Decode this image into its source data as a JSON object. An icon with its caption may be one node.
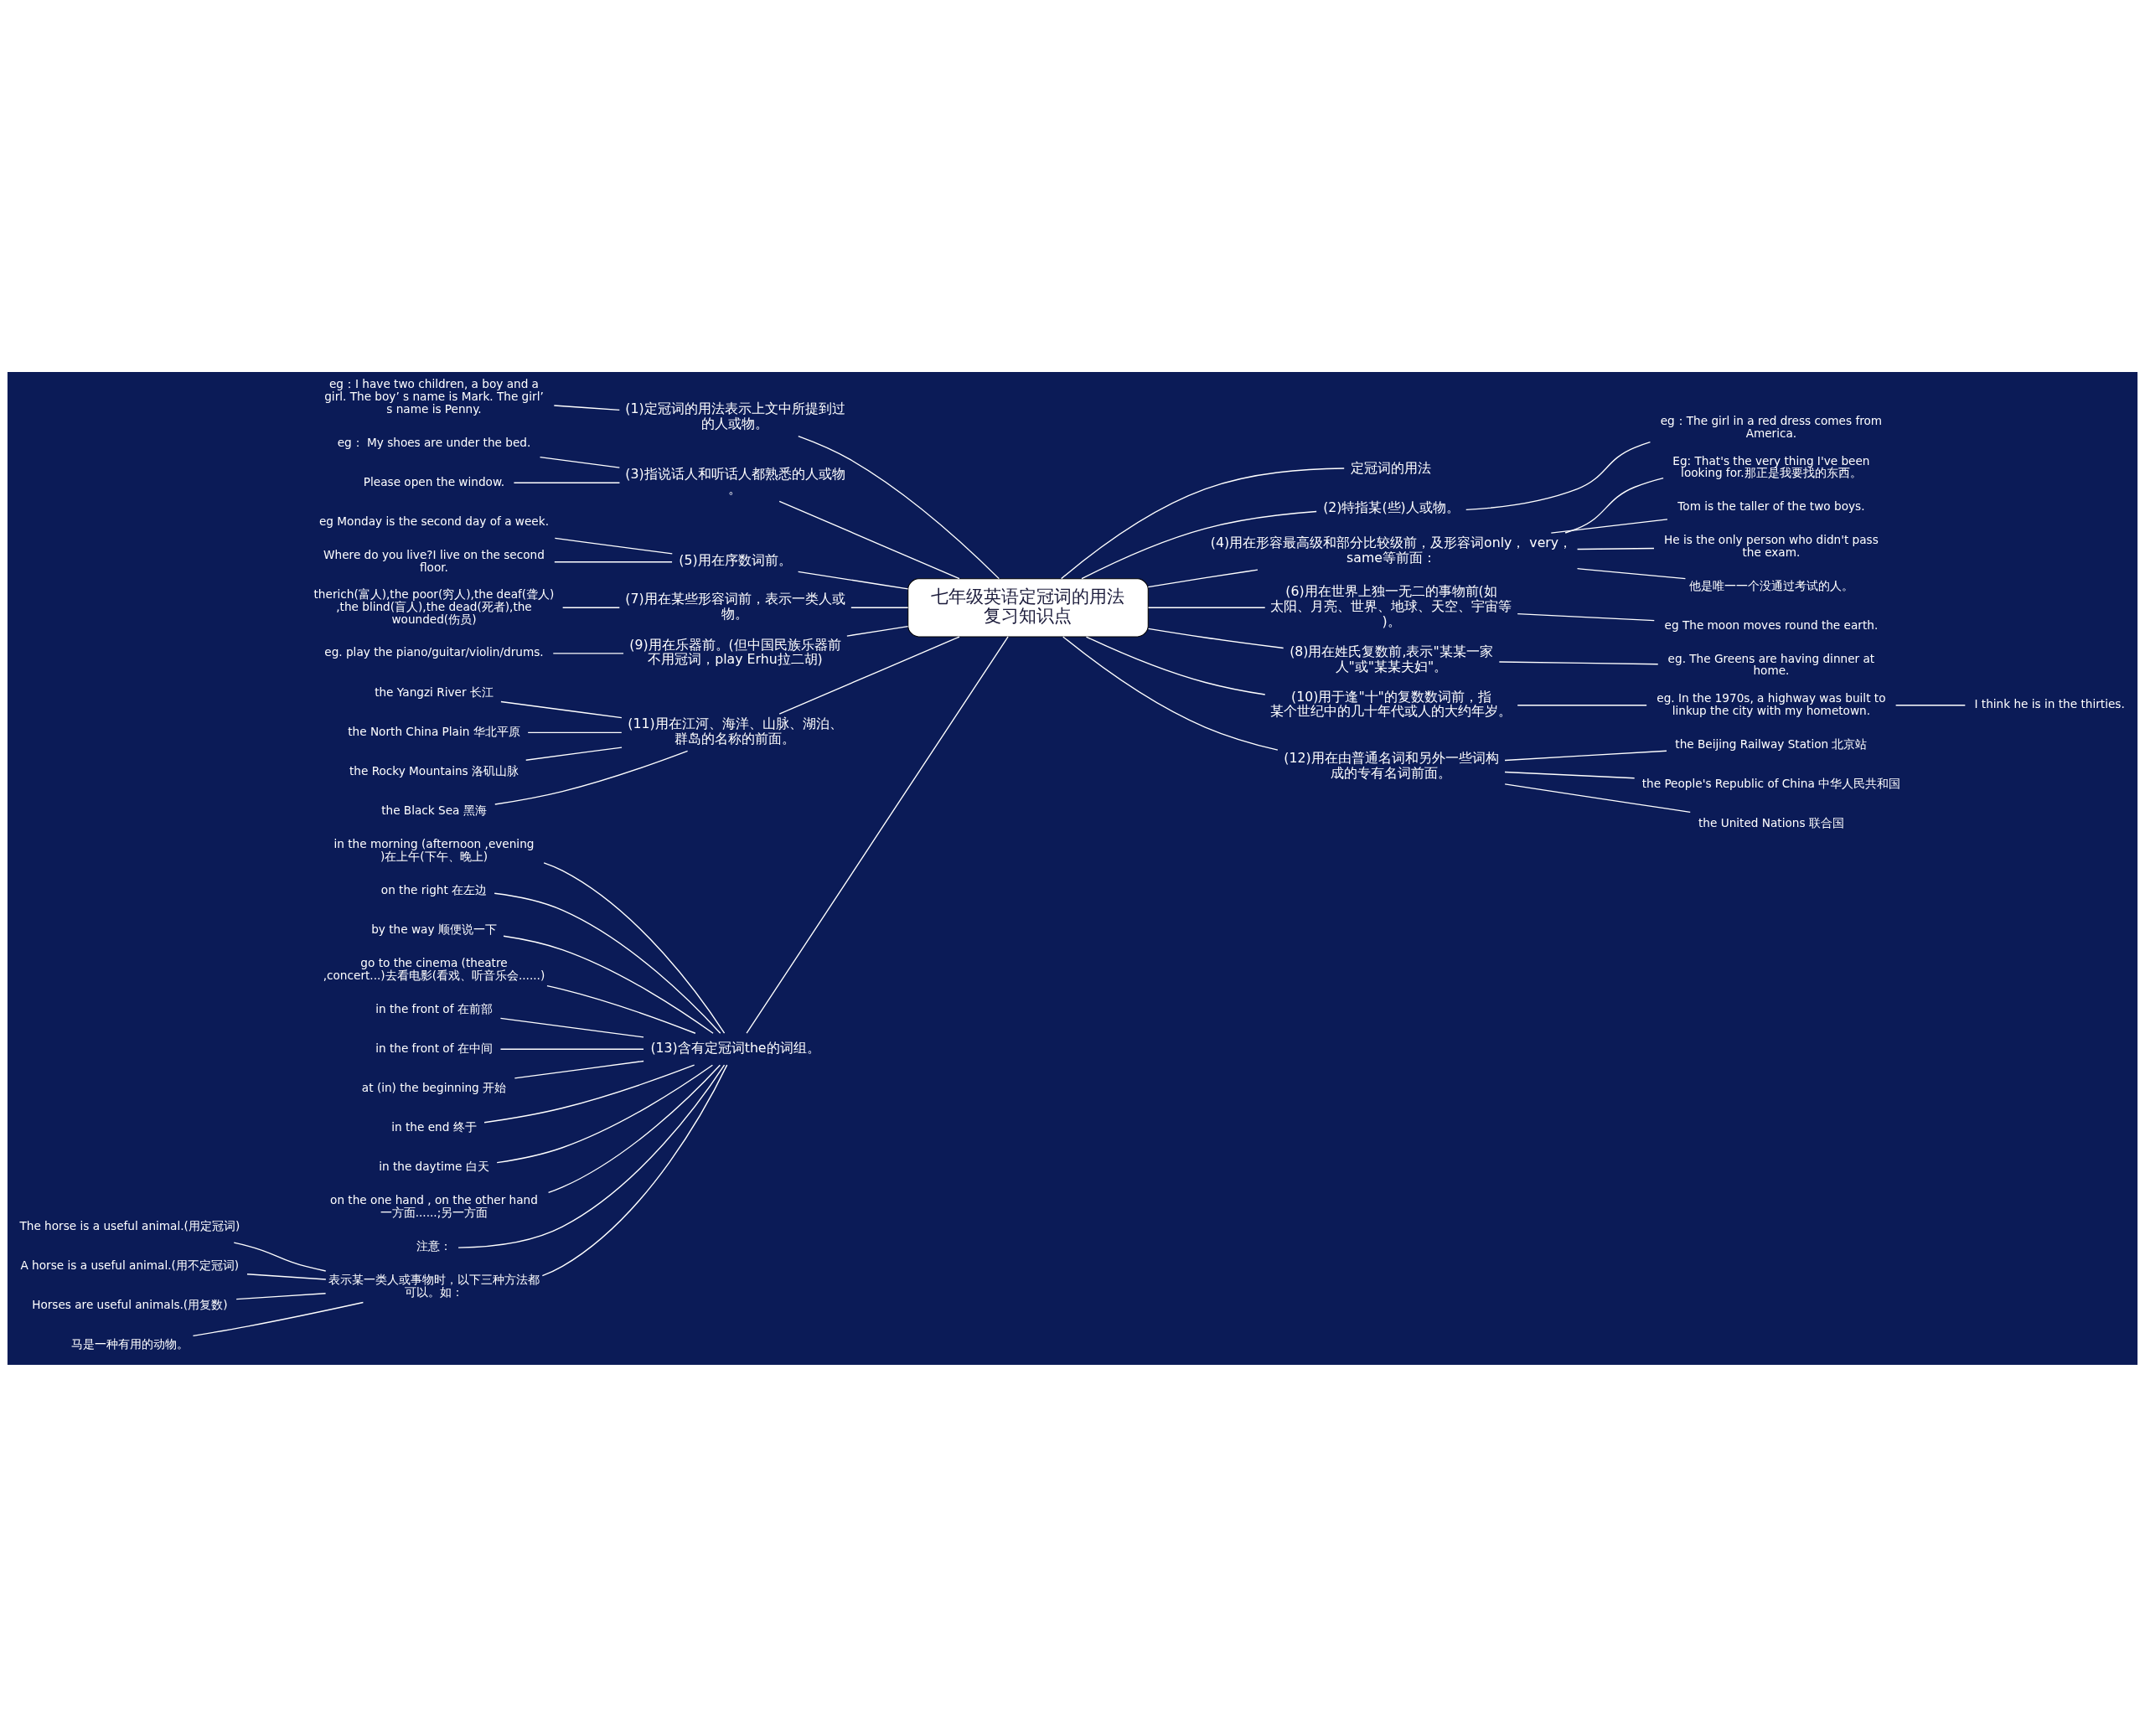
{
  "diagram": {
    "nodes": [
      {
        "text": [
          "七年级英语定冠词的用法复习知识点"
        ]
      },
      {
        "text": [
          "(1)定冠词的用法表示上文中所提到过的人或物。"
        ]
      },
      {
        "text": [
          "eg：I have two children, a boy and a girl. The boy’ s name is Mark. The girl’ s name is Penny."
        ]
      },
      {
        "text": [
          "(3)指说话人和听话人都熟悉的人或物。"
        ]
      },
      {
        "text": [
          "eg： My shoes are under the bed."
        ]
      },
      {
        "text": [
          "Please open the window."
        ]
      },
      {
        "text": [
          "(5)用在序数词前。"
        ]
      },
      {
        "text": [
          "eg Monday is the second day of a week."
        ]
      },
      {
        "text": [
          "Where do you live?I live on the second floor."
        ]
      },
      {
        "text": [
          "(7)用在某些形容词前，表示一类人或物。"
        ]
      },
      {
        "text": [
          "therich(富人),the poor(穷人),the deaf(聋人) ,the blind(盲人),the dead(死者),the wounded(伤员)"
        ]
      },
      {
        "text": [
          "(9)用在乐器前。(但中国民族乐器前不用冠词，play Erhu拉二胡)"
        ]
      },
      {
        "text": [
          "eg. play the piano/guitar/violin/drums."
        ]
      },
      {
        "text": [
          "(11)用在江河、海洋、山脉、湖泊、群岛的名称的前面。"
        ]
      },
      {
        "text": [
          "the Yangzi River 长江"
        ]
      },
      {
        "text": [
          "the North China Plain 华北平原"
        ]
      },
      {
        "text": [
          "the Rocky Mountains 洛矶山脉"
        ]
      },
      {
        "text": [
          "the Black Sea 黑海"
        ]
      },
      {
        "text": [
          "(13)含有定冠词the的词组。"
        ]
      },
      {
        "text": [
          "in the morning (afternoon ,evening )在上午(下午、晚上)"
        ]
      },
      {
        "text": [
          "on the right 在左边"
        ]
      },
      {
        "text": [
          "by the way 顺便说一下"
        ]
      },
      {
        "text": [
          "go to the cinema (theatre ,concert...)去看电影(看戏、听音乐会......)"
        ]
      },
      {
        "text": [
          "in the front of 在前部"
        ]
      },
      {
        "text": [
          "in the front of 在中间"
        ]
      },
      {
        "text": [
          "at (in) the beginning 开始"
        ]
      },
      {
        "text": [
          "in the end 终于"
        ]
      },
      {
        "text": [
          "in the daytime 白天"
        ]
      },
      {
        "text": [
          "on the one hand , on the other hand 一方面......;另一方面"
        ]
      },
      {
        "text": [
          "注意："
        ]
      },
      {
        "text": [
          "表示某一类人或事物时，以下三种方法都可以。如："
        ]
      },
      {
        "text": [
          "The horse is a useful animal.(用定冠词)"
        ]
      },
      {
        "text": [
          "A horse is a useful animal.(用不定冠词)"
        ]
      },
      {
        "text": [
          "Horses are useful animals.(用复数)"
        ]
      },
      {
        "text": [
          "马是一种有用的动物。"
        ]
      },
      {
        "text": [
          "定冠词的用法"
        ]
      },
      {
        "text": [
          "(2)特指某(些)人或物。"
        ]
      },
      {
        "text": [
          "eg：The girl in a red dress comes from America."
        ]
      },
      {
        "text": [
          "(4)用在形容最高级和部分比较级前，及形容词only， very， same等前面："
        ]
      },
      {
        "text": [
          "Eg: That's the very thing I've been looking for.那正是我要找的东西。"
        ]
      },
      {
        "text": [
          "Tom is the taller of the two boys."
        ]
      },
      {
        "text": [
          "He is the only person who didn't pass the exam."
        ]
      },
      {
        "text": [
          "他是唯一一个没通过考试的人。"
        ]
      },
      {
        "text": [
          "(6)用在世界上独一无二的事物前(如太阳、月亮、世界、地球、天空、宇宙等)。"
        ]
      },
      {
        "text": [
          "eg The moon moves round the earth."
        ]
      },
      {
        "text": [
          "(8)用在姓氏复数前,表示\"某某一家人\"或\"某某夫妇\"。"
        ]
      },
      {
        "text": [
          "eg. The Greens are having dinner at home."
        ]
      },
      {
        "text": [
          "(10)用于逢\"十\"的复数数词前，指某个世纪中的几十年代或人的大约年岁。"
        ]
      },
      {
        "text": [
          "eg. In the 1970s, a highway was built to linkup the city with my hometown."
        ]
      },
      {
        "text": [
          "I think he is in the thirties."
        ]
      },
      {
        "text": [
          "(12)用在由普通名词和另外一些词构成的专有名词前面。"
        ]
      },
      {
        "text": [
          "the Beijing Railway Station 北京站"
        ]
      },
      {
        "text": [
          "the People's Republic of China 中华人民共和国"
        ]
      },
      {
        "text": [
          "the United Nations 联合国"
        ]
      }
    ],
    "edges": [
      {
        "from": 0,
        "to": 1,
        "arrow": "none"
      },
      {
        "from": 1,
        "to": 2,
        "arrow": "none"
      },
      {
        "from": 0,
        "to": 3,
        "arrow": "none"
      },
      {
        "from": 3,
        "to": 4,
        "arrow": "none"
      },
      {
        "from": 3,
        "to": 5,
        "arrow": "none"
      },
      {
        "from": 0,
        "to": 6,
        "arrow": "none"
      },
      {
        "from": 6,
        "to": 7,
        "arrow": "none"
      },
      {
        "from": 6,
        "to": 8,
        "arrow": "none"
      },
      {
        "from": 0,
        "to": 9,
        "arrow": "none"
      },
      {
        "from": 9,
        "to": 10,
        "arrow": "none"
      },
      {
        "from": 0,
        "to": 11,
        "arrow": "none"
      },
      {
        "from": 11,
        "to": 12,
        "arrow": "none"
      },
      {
        "from": 0,
        "to": 13,
        "arrow": "none"
      },
      {
        "from": 13,
        "to": 14,
        "arrow": "none"
      },
      {
        "from": 13,
        "to": 15,
        "arrow": "none"
      },
      {
        "from": 13,
        "to": 16,
        "arrow": "none"
      },
      {
        "from": 13,
        "to": 17,
        "arrow": "none"
      },
      {
        "from": 0,
        "to": 18,
        "arrow": "none"
      },
      {
        "from": 18,
        "to": 19,
        "arrow": "none"
      },
      {
        "from": 18,
        "to": 20,
        "arrow": "none"
      },
      {
        "from": 18,
        "to": 21,
        "arrow": "none"
      },
      {
        "from": 18,
        "to": 22,
        "arrow": "none"
      },
      {
        "from": 18,
        "to": 23,
        "arrow": "none"
      },
      {
        "from": 18,
        "to": 24,
        "arrow": "none"
      },
      {
        "from": 18,
        "to": 25,
        "arrow": "none"
      },
      {
        "from": 18,
        "to": 26,
        "arrow": "none"
      },
      {
        "from": 18,
        "to": 27,
        "arrow": "none"
      },
      {
        "from": 18,
        "to": 28,
        "arrow": "none"
      },
      {
        "from": 18,
        "to": 29,
        "arrow": "none"
      },
      {
        "from": 18,
        "to": 30,
        "arrow": "none"
      },
      {
        "from": 30,
        "to": 31,
        "arrow": "none"
      },
      {
        "from": 30,
        "to": 32,
        "arrow": "none"
      },
      {
        "from": 30,
        "to": 33,
        "arrow": "none"
      },
      {
        "from": 30,
        "to": 34,
        "arrow": "none"
      },
      {
        "from": 0,
        "to": 35,
        "arrow": "none"
      },
      {
        "from": 0,
        "to": 36,
        "arrow": "none"
      },
      {
        "from": 36,
        "to": 37,
        "arrow": "none"
      },
      {
        "from": 0,
        "to": 38,
        "arrow": "none"
      },
      {
        "from": 38,
        "to": 39,
        "arrow": "none"
      },
      {
        "from": 38,
        "to": 40,
        "arrow": "none"
      },
      {
        "from": 38,
        "to": 41,
        "arrow": "none"
      },
      {
        "from": 38,
        "to": 42,
        "arrow": "none"
      },
      {
        "from": 0,
        "to": 43,
        "arrow": "none"
      },
      {
        "from": 43,
        "to": 44,
        "arrow": "none"
      },
      {
        "from": 0,
        "to": 45,
        "arrow": "none"
      },
      {
        "from": 45,
        "to": 46,
        "arrow": "none"
      },
      {
        "from": 0,
        "to": 47,
        "arrow": "none"
      },
      {
        "from": 47,
        "to": 48,
        "arrow": "none"
      },
      {
        "from": 48,
        "to": 49,
        "arrow": "none"
      },
      {
        "from": 0,
        "to": 50,
        "arrow": "none"
      },
      {
        "from": 50,
        "to": 51,
        "arrow": "none"
      },
      {
        "from": 50,
        "to": 52,
        "arrow": "none"
      },
      {
        "from": 50,
        "to": 53,
        "arrow": "none"
      }
    ]
  }
}
